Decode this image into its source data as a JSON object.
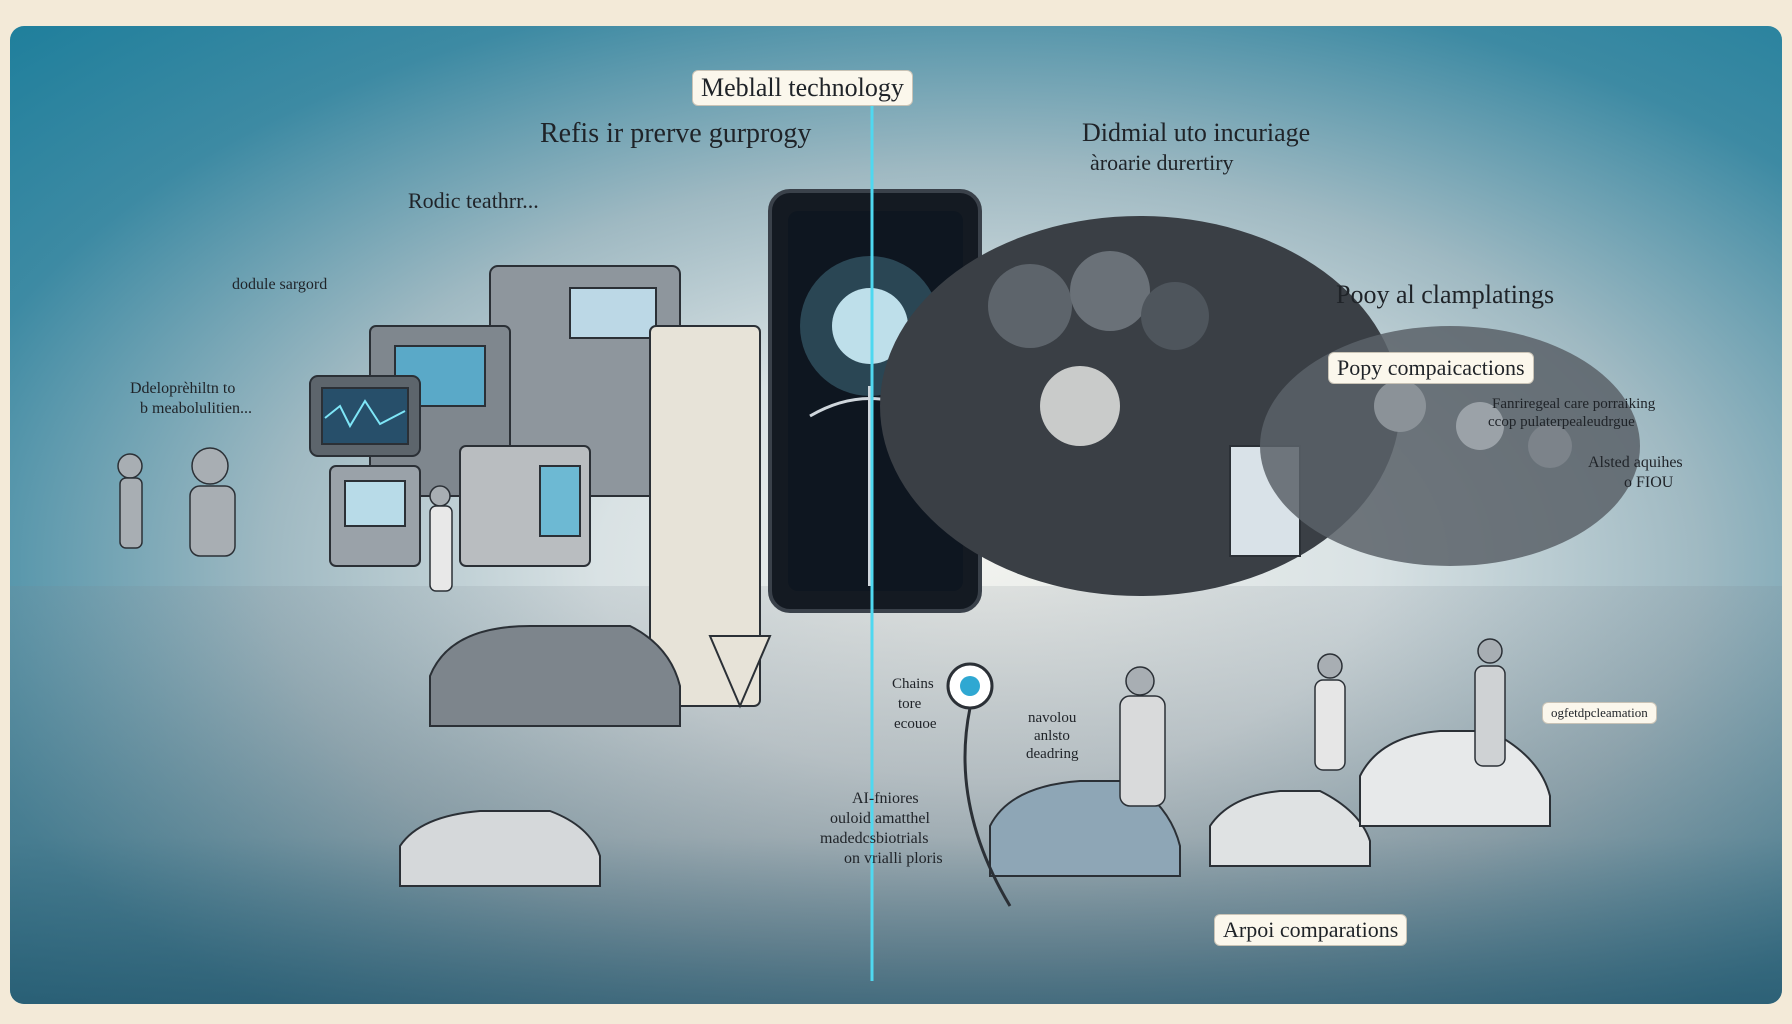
{
  "labels": {
    "medical_technology": "Meblall technology",
    "refis": "Refis ir prerve gurprogy",
    "rodic": "Rodic teathrr...",
    "dodule": "dodule sargord",
    "develop": "Ddeloprèhiltn to",
    "develop2": "b meabolulitien...",
    "didmial": "Didmial uto incuriage",
    "didmial2": "àroarie durertiry",
    "pooy": "Pooy al clamplatings",
    "popy": "Popy compaicactions",
    "fanrie": "Fanriregeal care porraiking",
    "fanrie2": "ccop pulaterpealeudrgue",
    "alsted": "Alsted aquihes",
    "alsted2": "o FIOU",
    "chains": "Chains",
    "chains2": "tore",
    "chains3": "ecouoe",
    "navolou": "navolou",
    "navolou2": "anlsto",
    "navolou3": "deadring",
    "ai": "AI-fniores",
    "ai2": "ouloid amatthel",
    "ai3": "madedcsbiotrials",
    "ai4": "on vrialli ploris",
    "apoi": "Arpoi comparations",
    "ogtop": "ogfetdpcleamation"
  },
  "colors": {
    "teal": "#1f7f9c",
    "paper": "#f3ead8",
    "beam": "#4fd8f0",
    "ink": "#1f2328"
  }
}
